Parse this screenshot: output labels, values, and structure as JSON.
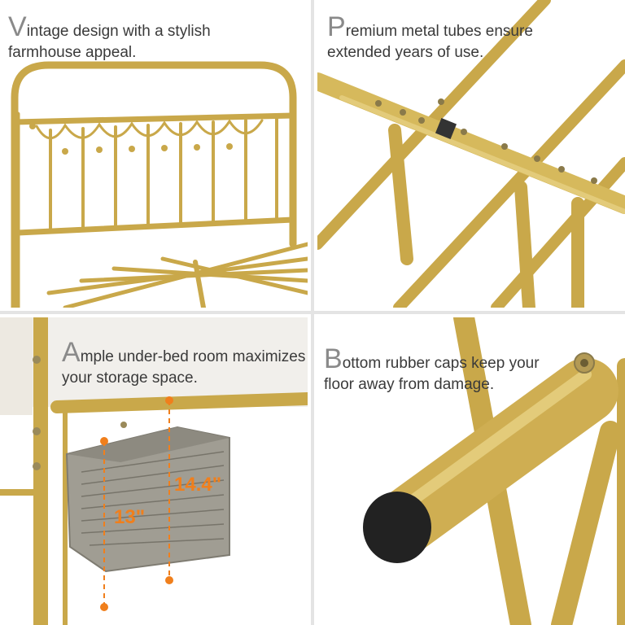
{
  "colors": {
    "gold": "#c9a84a",
    "gold_light": "#e3cb7a",
    "gold_dark": "#a88a30",
    "dimension": "#f07f1c",
    "mattress": "#f1efeb",
    "basket": "#8d8a80",
    "cap": "#222222"
  },
  "panels": [
    {
      "drop_cap": "V",
      "line1": "intage design with a stylish",
      "line2": "farmhouse appeal."
    },
    {
      "drop_cap": "P",
      "line1": "remium metal tubes ensure",
      "line2": "extended years of use."
    },
    {
      "drop_cap": "A",
      "line1": "mple under-bed room maximizes",
      "line2": "your storage space.",
      "dim_basket": "13\"",
      "dim_clearance": "14.4\""
    },
    {
      "drop_cap": "B",
      "line1": "ottom rubber caps keep your",
      "line2": "floor away from damage."
    }
  ]
}
